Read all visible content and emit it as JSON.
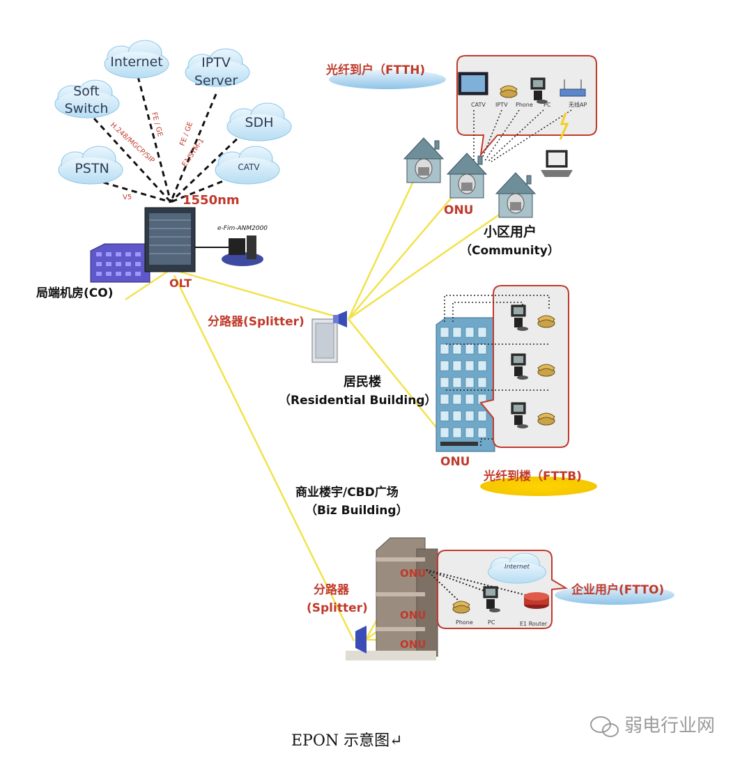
{
  "clouds": {
    "internet": "Internet",
    "iptv": "IPTV",
    "iptv2": "Server",
    "soft": "Soft",
    "soft2": "Switch",
    "sdh": "SDH",
    "pstn": "PSTN",
    "catv": "CATV"
  },
  "links": {
    "h248": "H.248/MGCP/SIP",
    "fe1": "FE / GE",
    "fe2": "FE / GE",
    "e1": "E1/STM-1",
    "v5": "V5",
    "wavelength": "1550nm"
  },
  "co": {
    "label": "局端机房(CO)",
    "olt": "OLT",
    "ems": "e-Fim-ANM2000"
  },
  "splitter1": "分路器(Splitter)",
  "ftth": {
    "title": "光纤到户（FTTH)",
    "devices": [
      "CATV",
      "IPTV",
      "Phone",
      "PC",
      "无线AP"
    ],
    "onu": "ONU",
    "community_cn": "小区用户",
    "community_en": "（Community）"
  },
  "residential": {
    "cn": "居民楼",
    "en": "（Residential  Building）",
    "onu": "ONU"
  },
  "fttb": {
    "title": "光纤到楼（FTTB)"
  },
  "cbd": {
    "cn": "商业楼宇/CBD广场",
    "en": "（Biz Building）"
  },
  "splitter2": {
    "cn": "分路器",
    "en": "(Splitter)"
  },
  "biz": {
    "onu": [
      "ONU",
      "ONU",
      "ONU"
    ],
    "devices": [
      "Phone",
      "PC",
      "E1 Router"
    ],
    "cloud": "Internet",
    "title": "企业用户(FTTO)"
  },
  "caption": "EPON 示意图↵",
  "watermark": "弱电行业网"
}
